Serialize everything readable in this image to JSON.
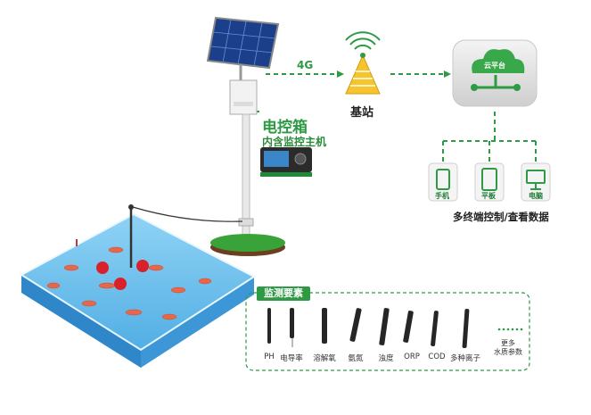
{
  "network": {
    "link_label": "4G",
    "station_label": "基站"
  },
  "controller": {
    "title": "电控箱",
    "subtitle": "内含监控主机"
  },
  "cloud": {
    "label": "云平台"
  },
  "terminals": {
    "caption": "多终端控制/查看数据",
    "devices": [
      {
        "label": "手机",
        "icon": "phone-icon"
      },
      {
        "label": "平板",
        "icon": "tablet-icon"
      },
      {
        "label": "电脑",
        "icon": "monitor-icon"
      }
    ]
  },
  "monitoring": {
    "title": "监测要素",
    "sensors": [
      "PH",
      "电导率",
      "溶解氧",
      "氨氮",
      "浊度",
      "ORP",
      "COD",
      "多种离子"
    ],
    "more": [
      "更多",
      "水质参数"
    ]
  },
  "colors": {
    "accent": "#2e9a44",
    "water": "#4aa8e0",
    "pool_wall": "#5bb6ea"
  }
}
